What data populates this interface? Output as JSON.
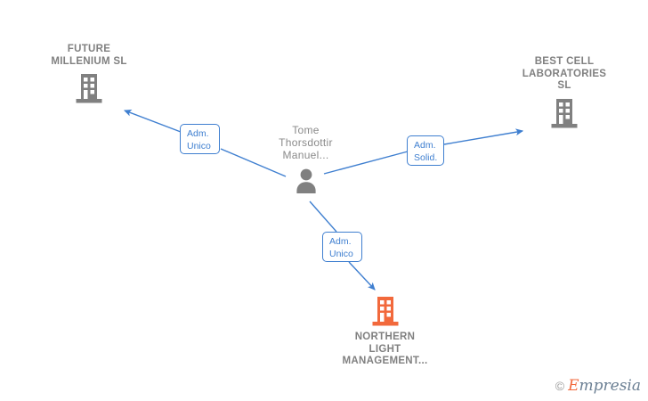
{
  "diagram": {
    "type": "relationship-network",
    "title": "",
    "colors": {
      "edge": "#3f7fd0",
      "relation_box_border": "#3f7fd0",
      "relation_box_text": "#3f7fd0",
      "company_icon": "#808080",
      "company_icon_highlight": "#f2693c",
      "person_icon": "#808080",
      "label_text": "#808080",
      "background": "#ffffff"
    },
    "nodes": [
      {
        "id": "future-millenium",
        "kind": "company",
        "icon": "building-icon",
        "highlight": false,
        "label": "FUTURE\nMILLENIUM SL",
        "label_position": "above"
      },
      {
        "id": "best-cell-laboratories",
        "kind": "company",
        "icon": "building-icon",
        "highlight": false,
        "label": "BEST CELL\nLABORATORIES\nSL",
        "label_position": "above"
      },
      {
        "id": "tome-thorsdottir",
        "kind": "person",
        "icon": "person-icon",
        "highlight": false,
        "label": "Tome\nThorsdottir\nManuel...",
        "label_position": "above"
      },
      {
        "id": "northern-light-management",
        "kind": "company",
        "icon": "building-icon",
        "highlight": true,
        "label": "NORTHERN\nLIGHT\nMANAGEMENT...",
        "label_position": "below"
      }
    ],
    "edges": [
      {
        "id": "edge-to-future-millenium",
        "from": "tome-thorsdottir",
        "to": "future-millenium",
        "relation_label": "Adm.\nUnico"
      },
      {
        "id": "edge-to-best-cell",
        "from": "tome-thorsdottir",
        "to": "best-cell-laboratories",
        "relation_label": "Adm.\nSolid."
      },
      {
        "id": "edge-to-northern-light",
        "from": "tome-thorsdottir",
        "to": "northern-light-management",
        "relation_label": "Adm.\nUnico"
      }
    ]
  },
  "watermark": {
    "copyright_symbol": "©",
    "brand_initial": "E",
    "brand_rest": "mpresia"
  }
}
